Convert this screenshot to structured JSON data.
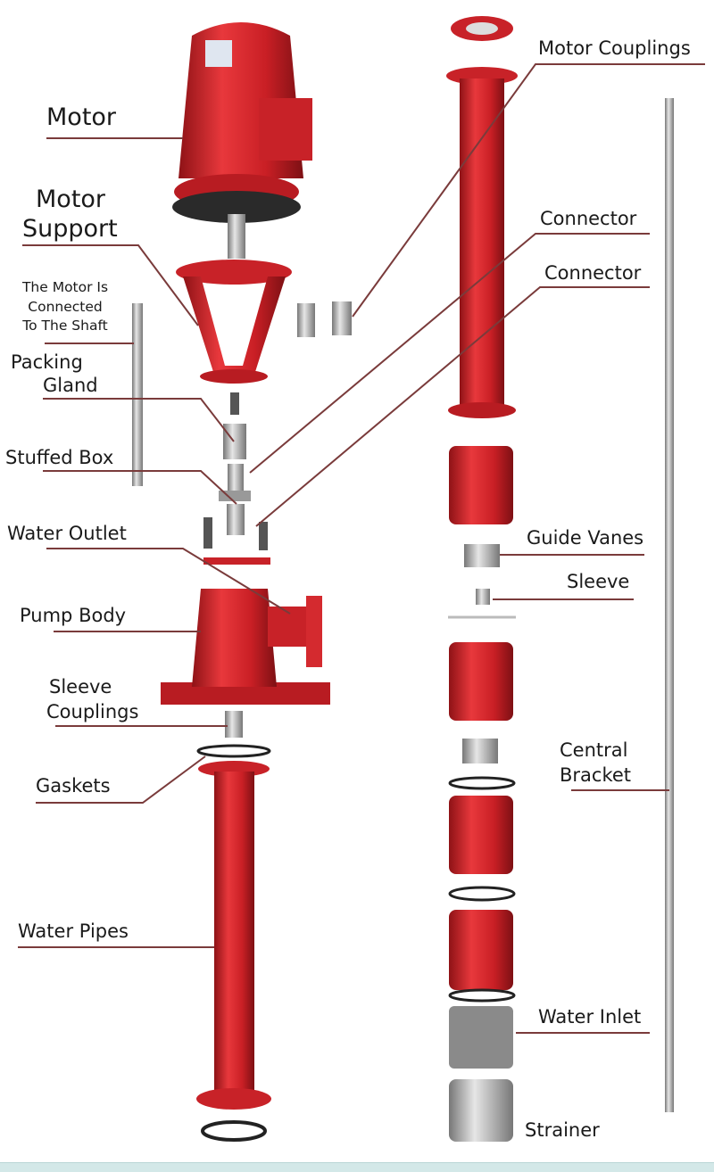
{
  "title": "Vertical turbine fire pump exploded view",
  "colors": {
    "part_red": "#d42a2f",
    "leader": "#7a3b3b",
    "steel": "#a9a9a9",
    "footer": "#d3e8e8"
  },
  "labels": {
    "motor": "Motor",
    "motor_support": [
      "Motor",
      "Support"
    ],
    "motor_connected": [
      "The Motor Is",
      "Connected",
      "To The Shaft"
    ],
    "packing_gland": [
      "Packing",
      "Gland"
    ],
    "stuffed_box": "Stuffed Box",
    "water_outlet": "Water Outlet",
    "pump_body": "Pump Body",
    "sleeve_couplings": [
      "Sleeve",
      "Couplings"
    ],
    "gaskets": "Gaskets",
    "water_pipes": "Water Pipes",
    "motor_couplings": "Motor Couplings",
    "connector_1": "Connector",
    "connector_2": "Connector",
    "guide_vanes": "Guide Vanes",
    "sleeve": "Sleeve",
    "central_bracket": [
      "Central",
      "Bracket"
    ],
    "water_inlet": "Water Inlet",
    "strainer": "Strainer"
  }
}
